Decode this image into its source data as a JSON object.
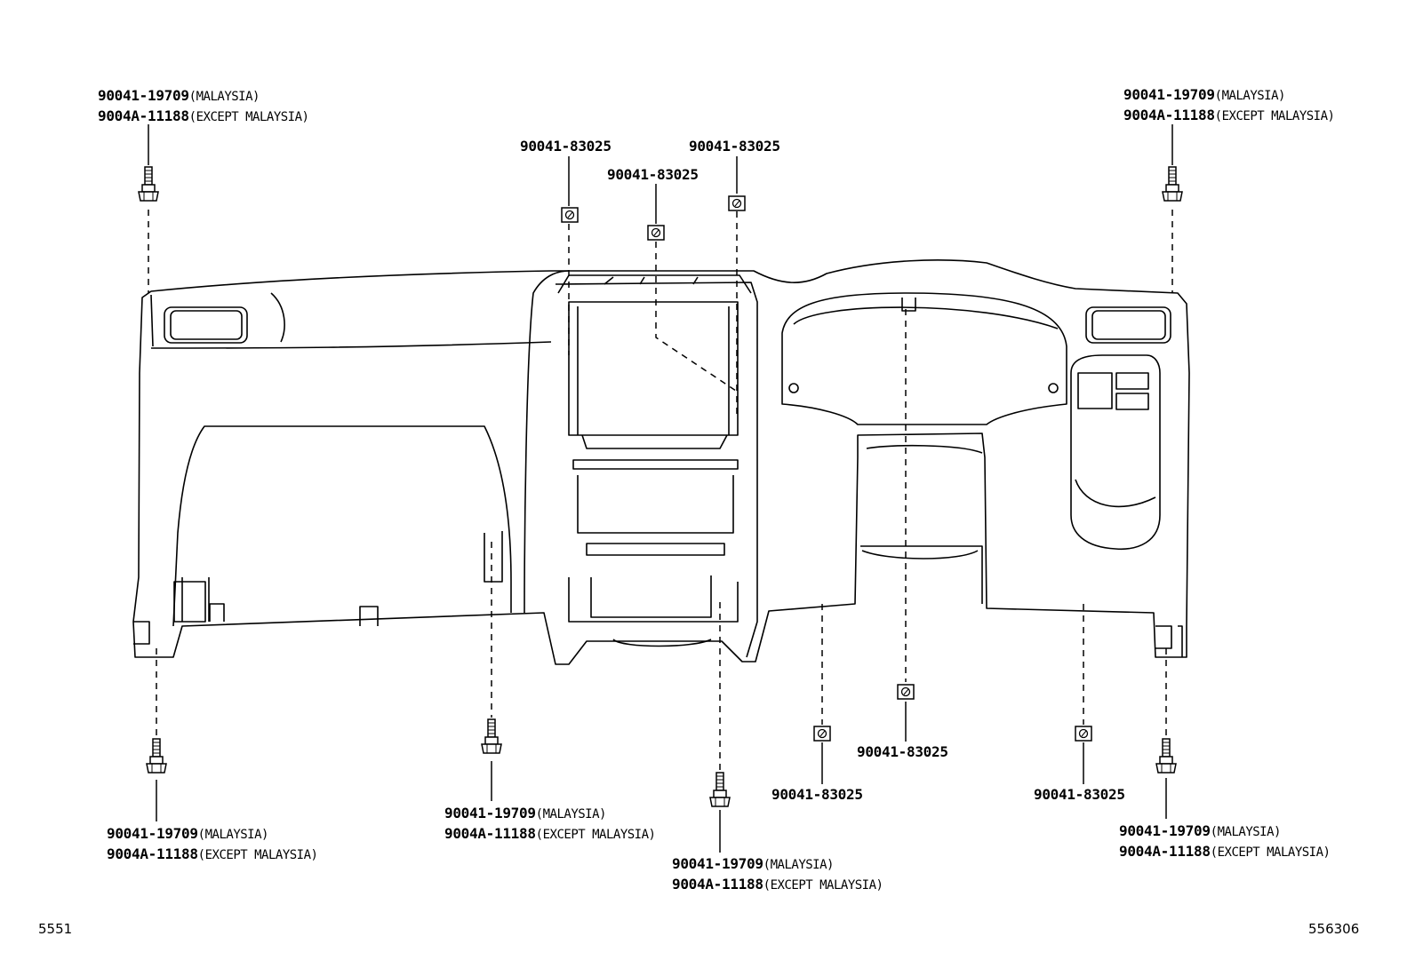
{
  "callouts": {
    "top_left": {
      "pn1": "90041-19709",
      "note1": "(MALAYSIA)",
      "pn2": "9004A-11188",
      "note2": "(EXCEPT MALAYSIA)"
    },
    "top_right": {
      "pn1": "90041-19709",
      "note1": "(MALAYSIA)",
      "pn2": "9004A-11188",
      "note2": "(EXCEPT MALAYSIA)"
    },
    "bottom_left": {
      "pn1": "90041-19709",
      "note1": "(MALAYSIA)",
      "pn2": "9004A-11188",
      "note2": "(EXCEPT MALAYSIA)"
    },
    "bottom_center": {
      "pn1": "90041-19709",
      "note1": "(MALAYSIA)",
      "pn2": "9004A-11188",
      "note2": "(EXCEPT MALAYSIA)"
    },
    "bottom_mid": {
      "pn1": "90041-19709",
      "note1": "(MALAYSIA)",
      "pn2": "9004A-11188",
      "note2": "(EXCEPT MALAYSIA)"
    },
    "bottom_right": {
      "pn1": "90041-19709",
      "note1": "(MALAYSIA)",
      "pn2": "9004A-11188",
      "note2": "(EXCEPT MALAYSIA)"
    }
  },
  "nut_labels": {
    "top_a": "90041-83025",
    "top_b": "90041-83025",
    "top_c": "90041-83025",
    "bottom_a": "90041-83025",
    "bottom_b": "90041-83025",
    "bottom_c": "90041-83025"
  },
  "footer": {
    "left": "5551",
    "right": "556306"
  }
}
